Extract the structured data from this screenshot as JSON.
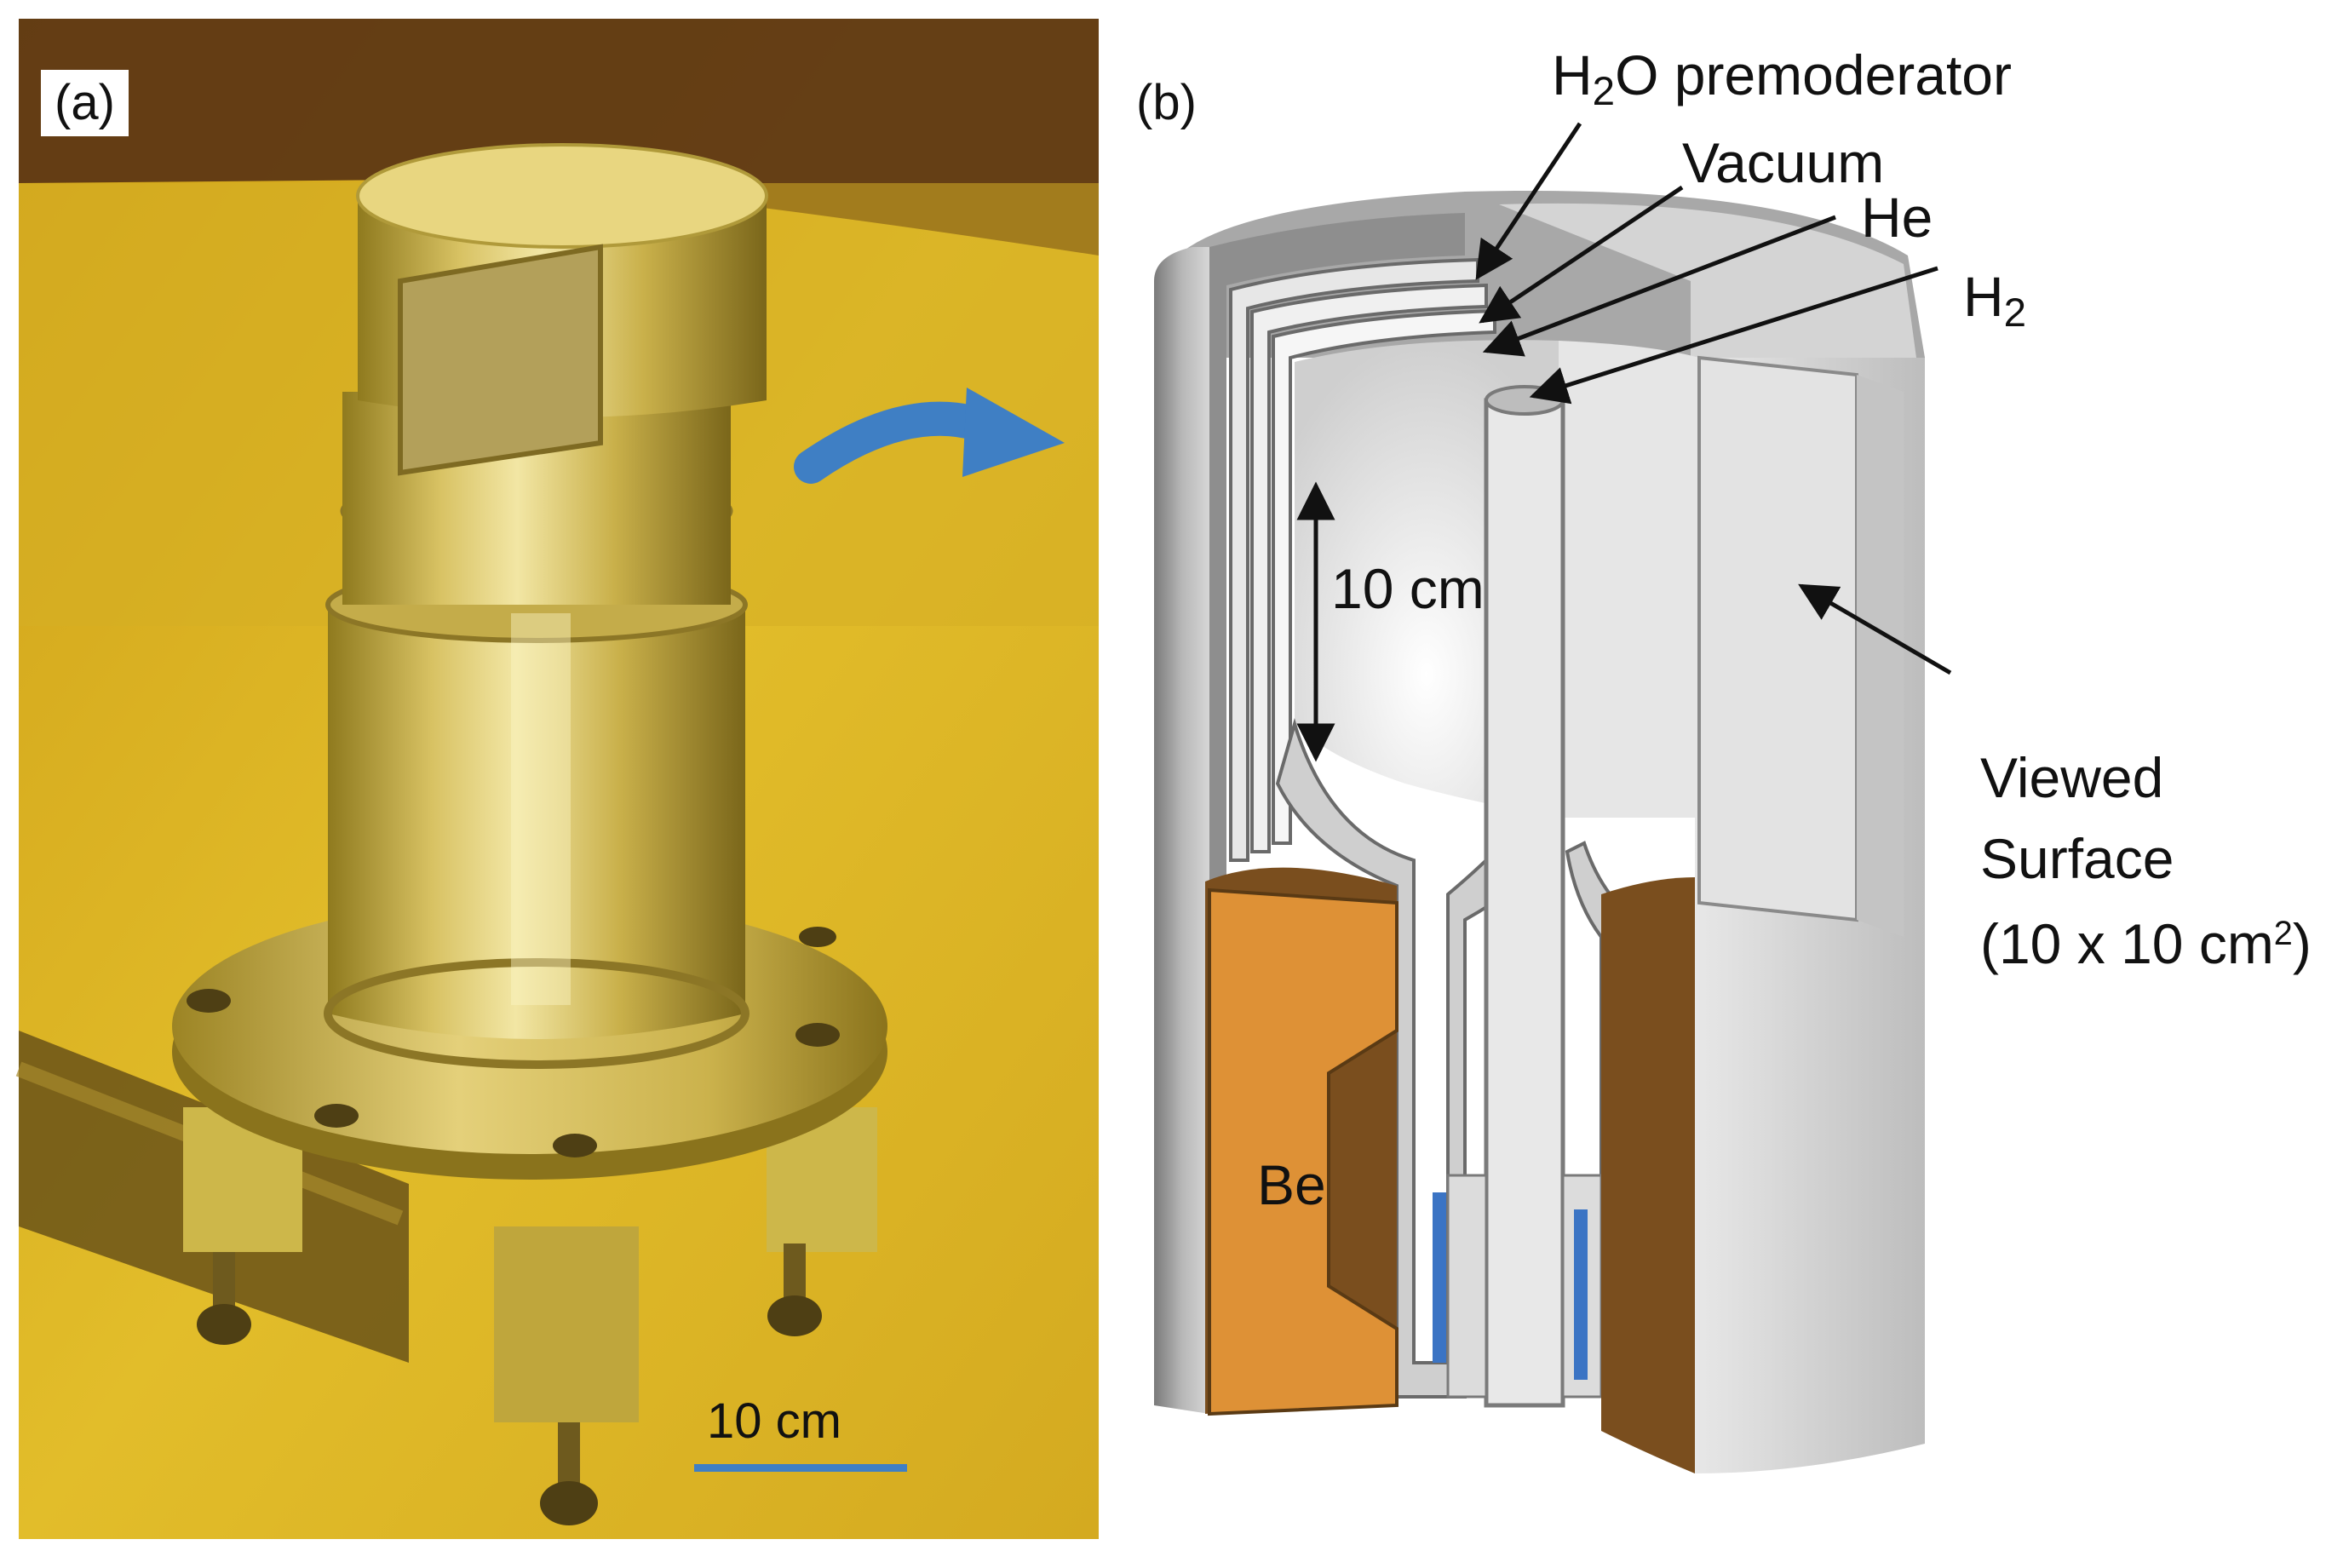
{
  "panel_a": {
    "label": "(a)",
    "scale_bar_label": "10 cm"
  },
  "panel_b": {
    "label": "(b)",
    "labels": {
      "premoderator": {
        "pre": "H",
        "sub": "2",
        "post": "O premoderator"
      },
      "vacuum": "Vacuum",
      "helium": "He",
      "hydrogen": {
        "pre": "H",
        "sub": "2"
      },
      "dimension": "10 cm",
      "beryllium": "Be",
      "viewed_line1": "Viewed",
      "viewed_line2": "Surface",
      "viewed_line3": {
        "pre": "(10 x 10 cm",
        "sup": "2",
        "post": ")"
      }
    }
  },
  "colors": {
    "photo_yellow": "#d9b21c",
    "photo_dark": "#4a2a10",
    "metal_light": "#e8d680",
    "metal_mid": "#b9a033",
    "arrow_blue": "#3f7fc4",
    "beryllium_orange": "#de9136",
    "beryllium_brown": "#7a4e1e",
    "insert_blue": "#3b74c4",
    "shell_grey": "#8c8c8c",
    "inner_grey": "#dedede"
  }
}
